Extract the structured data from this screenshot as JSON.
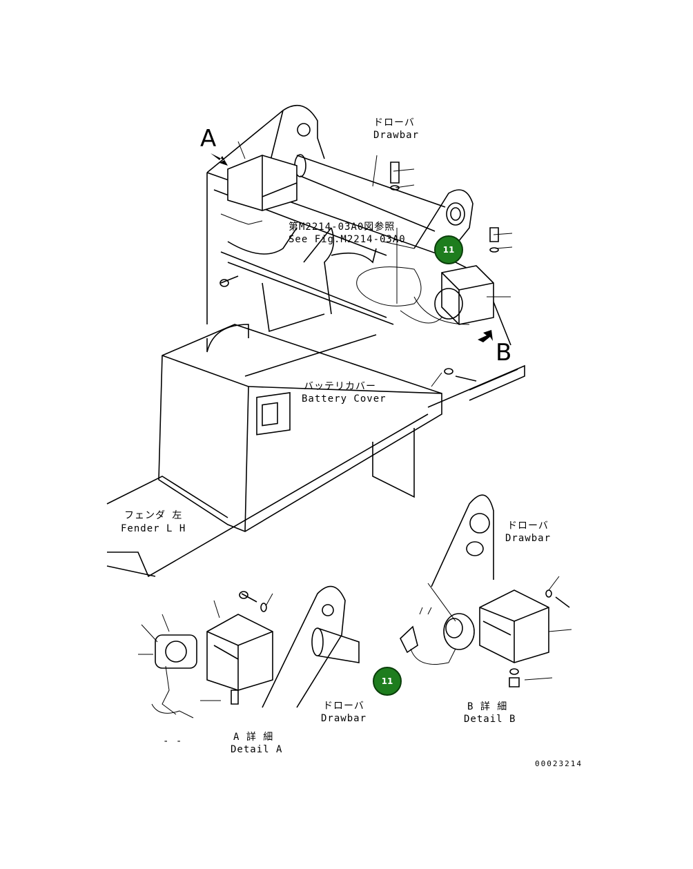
{
  "labels": {
    "drawbar_main_jp": "ドローバ",
    "drawbar_main_en": "Drawbar",
    "see_fig_jp": "第M2214-03A0図参照",
    "see_fig_en": "See Fig.M2214-03A0",
    "battery_cover_jp": "バッテリカバー",
    "battery_cover_en": "Battery Cover",
    "fender_jp": "フェンダ 左",
    "fender_en": "Fender L H",
    "drawbar_b_jp": "ドローバ",
    "drawbar_b_en": "Drawbar",
    "drawbar_a_jp": "ドローバ",
    "drawbar_a_en": "Drawbar",
    "detail_a_jp": "A 詳 細",
    "detail_a_en": "Detail A",
    "detail_b_jp": "B 詳 細",
    "detail_b_en": "Detail B",
    "view_a": "A",
    "view_b": "B",
    "dashes": "- -",
    "drawing_number": "00023214"
  },
  "badges": {
    "top": "11",
    "bottom": "11"
  },
  "colors": {
    "badge_fill": "#1e7d1e",
    "line": "#000000"
  }
}
